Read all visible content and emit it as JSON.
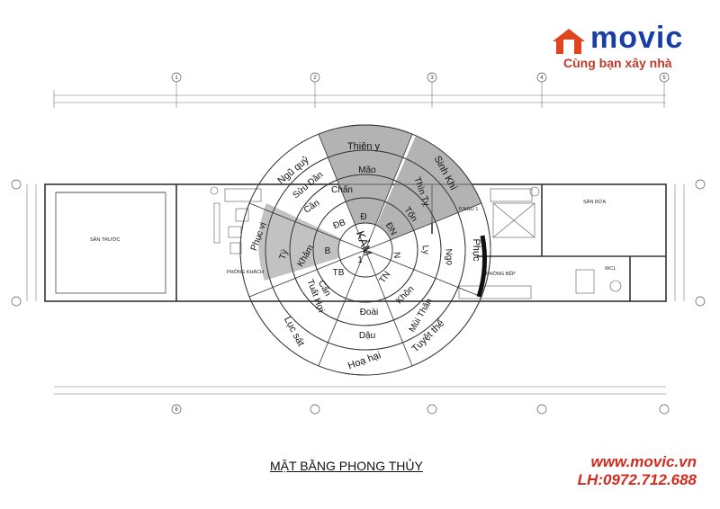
{
  "brand": {
    "name": "movic",
    "slogan": "Cùng bạn xây nhà",
    "website": "www.movic.vn",
    "phone": "LH:0972.712.688",
    "accent_blue": "#1a3ea8",
    "accent_red": "#d22a1e"
  },
  "caption": "MẶT BẰNG PHONG THỦY",
  "grid_axes": [
    "1",
    "2",
    "3",
    "4",
    "5",
    "6"
  ],
  "rooms": {
    "san_truoc": "SÂN TRƯỚC",
    "phong_khach": "PHÒNG KHÁCH",
    "p_ngu_1": "P.NGỦ 1",
    "phong_bep": "PHÒNG BẾP",
    "san_rua": "SÂN RỬA",
    "wc1": "WC1"
  },
  "outer_ring": [
    "Thiên y",
    "Sinh Khí",
    "Phục",
    "Tuyệt thể",
    "Hoạ hại",
    "Lục sát",
    "Ngũ quỷ"
  ],
  "second_ring": [
    "Mão",
    "Thìn Tỵ",
    "Ngọ",
    "Mùi Thân",
    "Dậu",
    "Tuất Hợi",
    "Sửu Dần"
  ],
  "third_ring": [
    "Chấn",
    "Tốn",
    "Ly",
    "Khôn",
    "Đoài",
    "Cấn",
    "Phục vị",
    "Cần"
  ],
  "inner_ring": [
    "Đ",
    "ĐN",
    "N",
    "TN",
    "TB",
    "B",
    "ĐB",
    "Khảm",
    "Tý"
  ],
  "center": {
    "label": "KẢM",
    "number": "1"
  },
  "colors": {
    "shade": "#9a9a9a",
    "line": "#333333",
    "dim": "#777777"
  }
}
